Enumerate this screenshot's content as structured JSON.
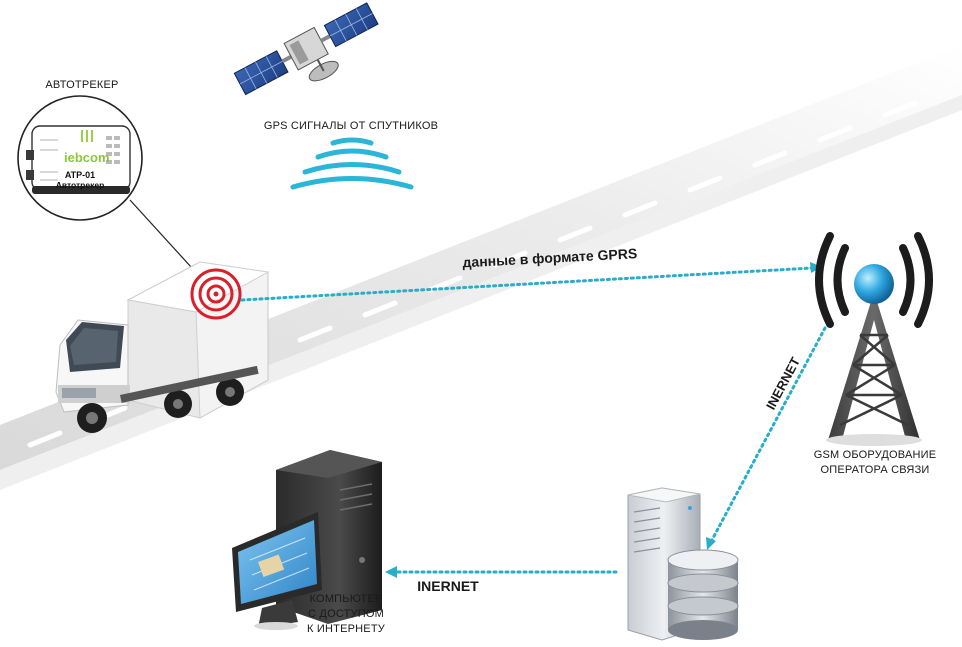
{
  "labels": {
    "tracker_title": "АВТОТРЕКЕР",
    "device_model": "ATP-01",
    "device_name": "Автотрекер",
    "device_brand": "iebcom",
    "gps_signals": "GPS СИГНАЛЫ ОТ СПУТНИКОВ",
    "gprs_data": "данные в формате GPRS",
    "internet_vertical": "INERNET",
    "gsm_line1": "GSM ОБОРУДОВАНИЕ",
    "gsm_line2": "ОПЕРАТОРА СВЯЗИ",
    "internet_horizontal": "INERNET",
    "computer_line1": "КОМПЬЮТЕР",
    "computer_line2": "С ДОСТУПОМ",
    "computer_line3": "К ИНТЕРНЕТУ"
  },
  "colors": {
    "signal_blue": "#2bb5d9",
    "link_dotted": "#28aec9",
    "target_red": "#d8202a",
    "road_gray": "#e3e3e3",
    "road_dash": "#ffffff"
  },
  "icons": [
    "satellite-icon",
    "truck-icon",
    "tracker-device-icon",
    "gsm-tower-icon",
    "server-database-icon",
    "computer-icon"
  ]
}
